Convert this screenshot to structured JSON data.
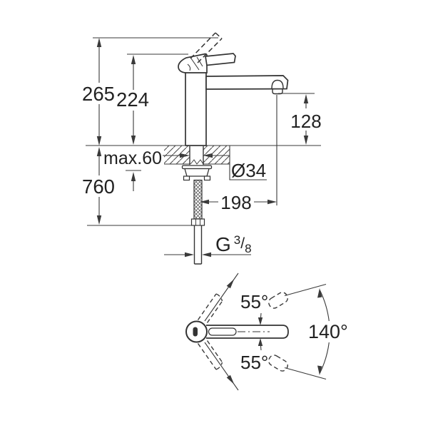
{
  "meta": {
    "description": "Technical dimension drawing of a single-lever kitchen faucet: side elevation with installation dimensions and top view with swivel range",
    "units": "mm"
  },
  "colors": {
    "background": "#ffffff",
    "line": "#3a3a3a",
    "text": "#222222"
  },
  "side_view": {
    "overall_height": "265",
    "body_height": "224",
    "spout_height": "128",
    "max_mounting_thickness": "max.60",
    "hose_length": "760",
    "hole_diameter": "Ø34",
    "spout_reach": "198",
    "thread": {
      "prefix": "G",
      "numerator": "3",
      "separator": "/",
      "denominator": "8"
    }
  },
  "top_view": {
    "swivel_upper": "55°",
    "swivel_total": "140°",
    "swivel_lower": "55°"
  }
}
